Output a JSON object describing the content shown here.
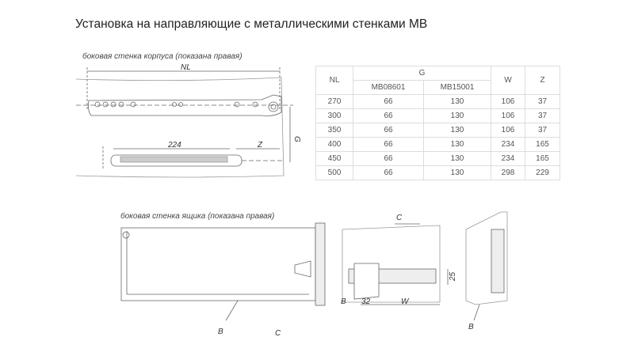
{
  "title": "Установка на направляющие с металлическими стенками МВ",
  "captions": {
    "cabinet_side": "боковая стенка корпуса (показана правая)",
    "drawer_side": "боковая стенка ящика (показана правая)"
  },
  "labels": {
    "nl": "NL",
    "g": "G",
    "dim224": "224",
    "z": "Z",
    "b1": "B",
    "c1": "C",
    "c2": "C",
    "b2": "B",
    "dim32": "32",
    "w": "W",
    "dim25": "25",
    "b3": "B"
  },
  "table": {
    "headers": {
      "nl": "NL",
      "g": "G",
      "g1": "MB08601",
      "g2": "MB15001",
      "w": "W",
      "z": "Z"
    },
    "rows": [
      [
        "270",
        "66",
        "130",
        "106",
        "37"
      ],
      [
        "300",
        "66",
        "130",
        "106",
        "37"
      ],
      [
        "350",
        "66",
        "130",
        "106",
        "37"
      ],
      [
        "400",
        "66",
        "130",
        "234",
        "165"
      ],
      [
        "450",
        "66",
        "130",
        "234",
        "165"
      ],
      [
        "500",
        "66",
        "130",
        "298",
        "229"
      ]
    ]
  }
}
